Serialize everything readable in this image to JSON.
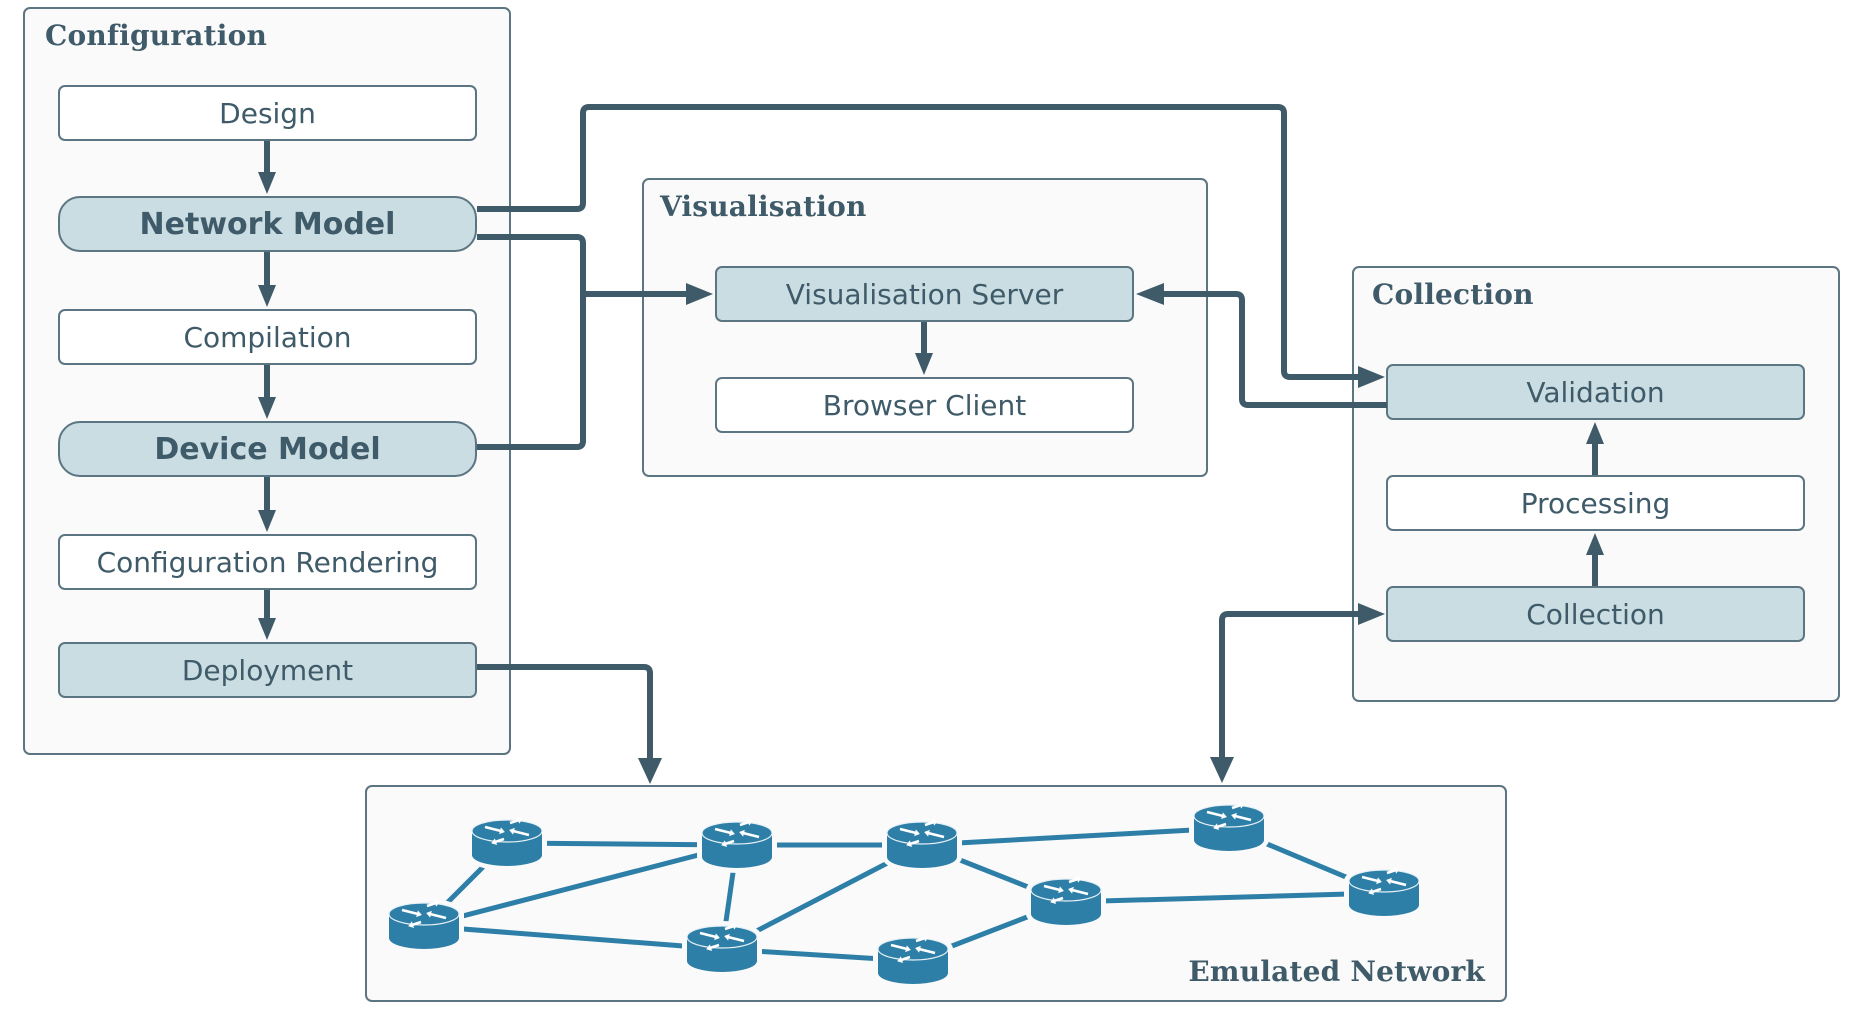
{
  "groups": {
    "configuration": {
      "title": "Configuration",
      "nodes": [
        {
          "label": "Design",
          "style": "plain"
        },
        {
          "label": "Network Model",
          "style": "model"
        },
        {
          "label": "Compilation",
          "style": "plain"
        },
        {
          "label": "Device Model",
          "style": "model"
        },
        {
          "label": "Configuration Rendering",
          "style": "plain"
        },
        {
          "label": "Deployment",
          "style": "shaded"
        }
      ]
    },
    "visualisation": {
      "title": "Visualisation",
      "nodes": [
        {
          "label": "Visualisation Server",
          "style": "shaded"
        },
        {
          "label": "Browser Client",
          "style": "plain"
        }
      ]
    },
    "collection": {
      "title": "Collection",
      "nodes": [
        {
          "label": "Validation",
          "style": "shaded"
        },
        {
          "label": "Processing",
          "style": "plain"
        },
        {
          "label": "Collection",
          "style": "shaded"
        }
      ]
    },
    "emulated_network": {
      "title": "Emulated Network",
      "router_count": 9,
      "router_icon": "router-icon",
      "links": [
        [
          0,
          1
        ],
        [
          0,
          2
        ],
        [
          1,
          2
        ],
        [
          1,
          4
        ],
        [
          2,
          3
        ],
        [
          2,
          4
        ],
        [
          3,
          4
        ],
        [
          3,
          6
        ],
        [
          3,
          7
        ],
        [
          6,
          5
        ],
        [
          6,
          8
        ],
        [
          7,
          8
        ],
        [
          4,
          5
        ]
      ]
    }
  },
  "connections": [
    {
      "from": "Design",
      "to": "Network Model"
    },
    {
      "from": "Network Model",
      "to": "Compilation"
    },
    {
      "from": "Compilation",
      "to": "Device Model"
    },
    {
      "from": "Device Model",
      "to": "Configuration Rendering"
    },
    {
      "from": "Configuration Rendering",
      "to": "Deployment"
    },
    {
      "from": "Network Model",
      "to": "Validation"
    },
    {
      "from": "Network Model",
      "to": "Visualisation Server"
    },
    {
      "from": "Device Model",
      "to": "Visualisation Server"
    },
    {
      "from": "Visualisation Server",
      "to": "Browser Client"
    },
    {
      "from": "Validation",
      "to": "Visualisation Server"
    },
    {
      "from": "Processing",
      "to": "Validation"
    },
    {
      "from": "Collection",
      "to": "Processing"
    },
    {
      "from": "Deployment",
      "to": "Emulated Network"
    },
    {
      "from": "Emulated Network",
      "to": "Collection",
      "bidirectional": true
    }
  ],
  "colors": {
    "stroke": "#3f5b69",
    "border": "#5c7582",
    "shaded_fill": "#cadde2",
    "group_fill": "#fafafa",
    "router": "#2e7fa8"
  }
}
